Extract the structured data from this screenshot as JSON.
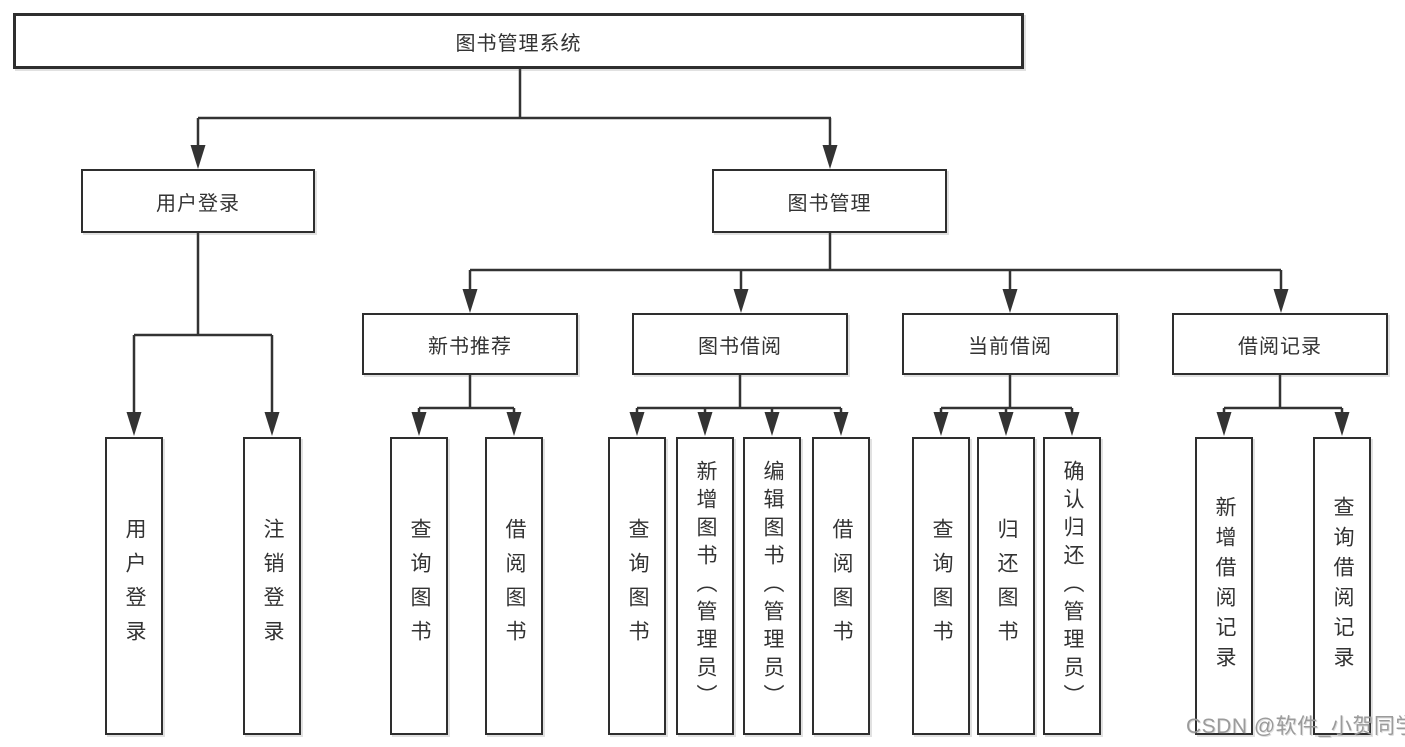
{
  "tree": {
    "root": "图书管理系统",
    "branches": [
      {
        "label": "用户登录",
        "children": [
          "用户登录",
          "注销登录"
        ]
      },
      {
        "label": "图书管理",
        "children": [
          {
            "label": "新书推荐",
            "children": [
              "查询图书",
              "借阅图书"
            ]
          },
          {
            "label": "图书借阅",
            "children": [
              "查询图书",
              "新增图书（管理员）",
              "编辑图书（管理员）",
              "借阅图书"
            ]
          },
          {
            "label": "当前借阅",
            "children": [
              "查询图书",
              "归还图书",
              "确认归还（管理员）"
            ]
          },
          {
            "label": "借阅记录",
            "children": [
              "新增借阅记录",
              "查询借阅记录"
            ]
          }
        ]
      }
    ]
  },
  "watermark": "CSDN @软件_小贺同学",
  "colors": {
    "line": "#333333",
    "box_border": "#2e2e2e",
    "text": "#333333",
    "watermark": "#9b9b9b",
    "background": "#ffffff"
  }
}
